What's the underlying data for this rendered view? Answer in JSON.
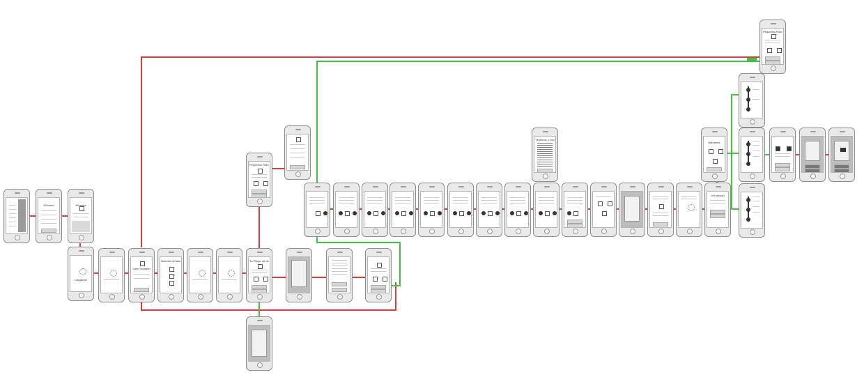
{
  "colors": {
    "red": "#dc3b3b",
    "green": "#3ec43e",
    "phone_border": "#8d8d8d"
  },
  "screens": {
    "s_menu": {
      "title": ""
    },
    "s_mi_mesa": {
      "title": "Mi mesa"
    },
    "s_mi_mesa_2": {
      "title": "Mi mesa"
    },
    "s_cargando": {
      "title": "Cargando"
    },
    "s_r1": {
      "title": ""
    },
    "s_cam": {
      "title": "Cam Turbuten"
    },
    "s_nombre": {
      "title": "Nombre del alumno"
    },
    "s_r2": {
      "title": ""
    },
    "s_r3": {
      "title": ""
    },
    "s_pliego": {
      "title": "Tu Pliego de alumno"
    },
    "s_pq": {
      "title": "Pequeños Robots"
    },
    "s_pq_mini": {
      "title": ""
    },
    "s_gallery_1": {
      "title": ""
    },
    "s_gallery_2": {
      "title": ""
    },
    "s_gallery_3": {
      "title": ""
    },
    "s_gallery_4": {
      "title": ""
    },
    "s_text_1": {
      "title": ""
    },
    "s_gallery_5": {
      "title": ""
    },
    "s_gallery_6": {
      "title": ""
    },
    "s_gallery_7": {
      "title": ""
    },
    "s_gallery_8": {
      "title": ""
    },
    "s_gallery_9": {
      "title": ""
    },
    "s_gallery_10": {
      "title": ""
    },
    "s_dark_1": {
      "title": ""
    },
    "s_info": {
      "title": ""
    },
    "s_loader": {
      "title": ""
    },
    "s_mi_estado": {
      "title": "¡Mi estado!"
    },
    "s_doc": {
      "title": "Términos y condiciones"
    },
    "s_mis_items": {
      "title": "Mis items"
    },
    "s_timeline_a": {
      "title": ""
    },
    "s_timeline_b": {
      "title": ""
    },
    "s_timeline_c": {
      "title": ""
    },
    "s_profile": {
      "title": ""
    },
    "s_dark_2": {
      "title": ""
    },
    "s_mail": {
      "title": ""
    },
    "s_top_right": {
      "title": "Pequeños Robots"
    },
    "s_p_dark_a": {
      "title": ""
    },
    "s_p_row_1": {
      "title": ""
    },
    "s_p_row_2": {
      "title": ""
    },
    "s_p_row_3": {
      "title": ""
    },
    "s_bottom_dark": {
      "title": ""
    }
  }
}
